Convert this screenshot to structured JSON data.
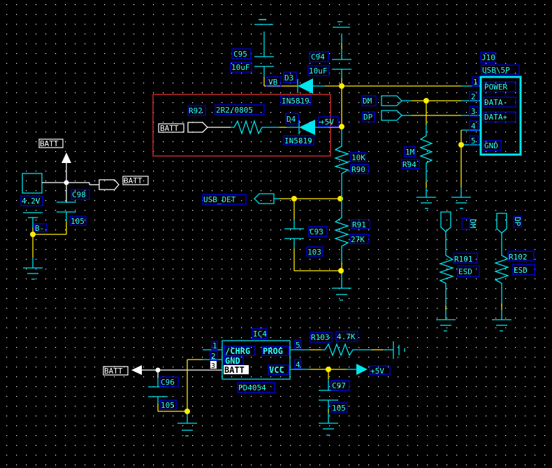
{
  "colors": {
    "background": "#000000",
    "wire": "#00e5ee",
    "net_wire": "#ffee00",
    "label": "#33ffff",
    "label_box": "#0000ff",
    "port": "#ffffff",
    "highlight_box": "#e03030",
    "grid_dot": "#ffffff"
  },
  "components": {
    "c95": {
      "ref": "C95",
      "value": "10uF"
    },
    "c94": {
      "ref": "C94",
      "value": "10uF"
    },
    "d3": {
      "ref": "D3",
      "value": "IN5819",
      "net": "VB"
    },
    "d4": {
      "ref": "D4",
      "value": "IN5819",
      "net": "+5V"
    },
    "r92": {
      "ref": "R92",
      "value": "2R2/0805"
    },
    "r90": {
      "ref": "R90",
      "value": "10K"
    },
    "r91": {
      "ref": "R91",
      "value": "27K"
    },
    "c93": {
      "ref": "C93",
      "value": "103"
    },
    "r94": {
      "ref": "R94",
      "value": "1M"
    },
    "c98": {
      "ref": "C98",
      "value": "105"
    },
    "battery": {
      "value": "4.2V",
      "net": "B-"
    },
    "r101": {
      "ref": "R101",
      "value": "ESD",
      "net": "DM"
    },
    "r102": {
      "ref": "R102",
      "value": "ESD",
      "net": "DP"
    },
    "r103": {
      "ref": "R103",
      "value": "4.7K"
    },
    "c96": {
      "ref": "C96",
      "value": "105"
    },
    "c97": {
      "ref": "C97",
      "value": "105"
    },
    "ic4": {
      "ref": "IC4",
      "part": "PD4054",
      "pins": [
        {
          "num": "1",
          "name": "/CHRG"
        },
        {
          "num": "2",
          "name": "GND"
        },
        {
          "num": "3",
          "name": "BATT"
        },
        {
          "num": "5",
          "name": "PROG"
        },
        {
          "num": "4",
          "name": "VCC"
        }
      ]
    },
    "j10": {
      "ref": "J10",
      "part": "USB\\5P",
      "pins": [
        {
          "num": "1",
          "name": "POWER"
        },
        {
          "num": "2",
          "name": "DATA-"
        },
        {
          "num": "3",
          "name": "DATA+"
        },
        {
          "num": "4",
          "name": ""
        },
        {
          "num": "5",
          "name": "GND"
        }
      ]
    }
  },
  "ports": {
    "batt_r92": "BATT",
    "batt_top": "BATT",
    "batt_right": "BATT",
    "batt_ic": "BATT",
    "usb_det": "USB_DET",
    "dm": "DM",
    "dp": "DP",
    "plus5v_ic": "+5V"
  }
}
